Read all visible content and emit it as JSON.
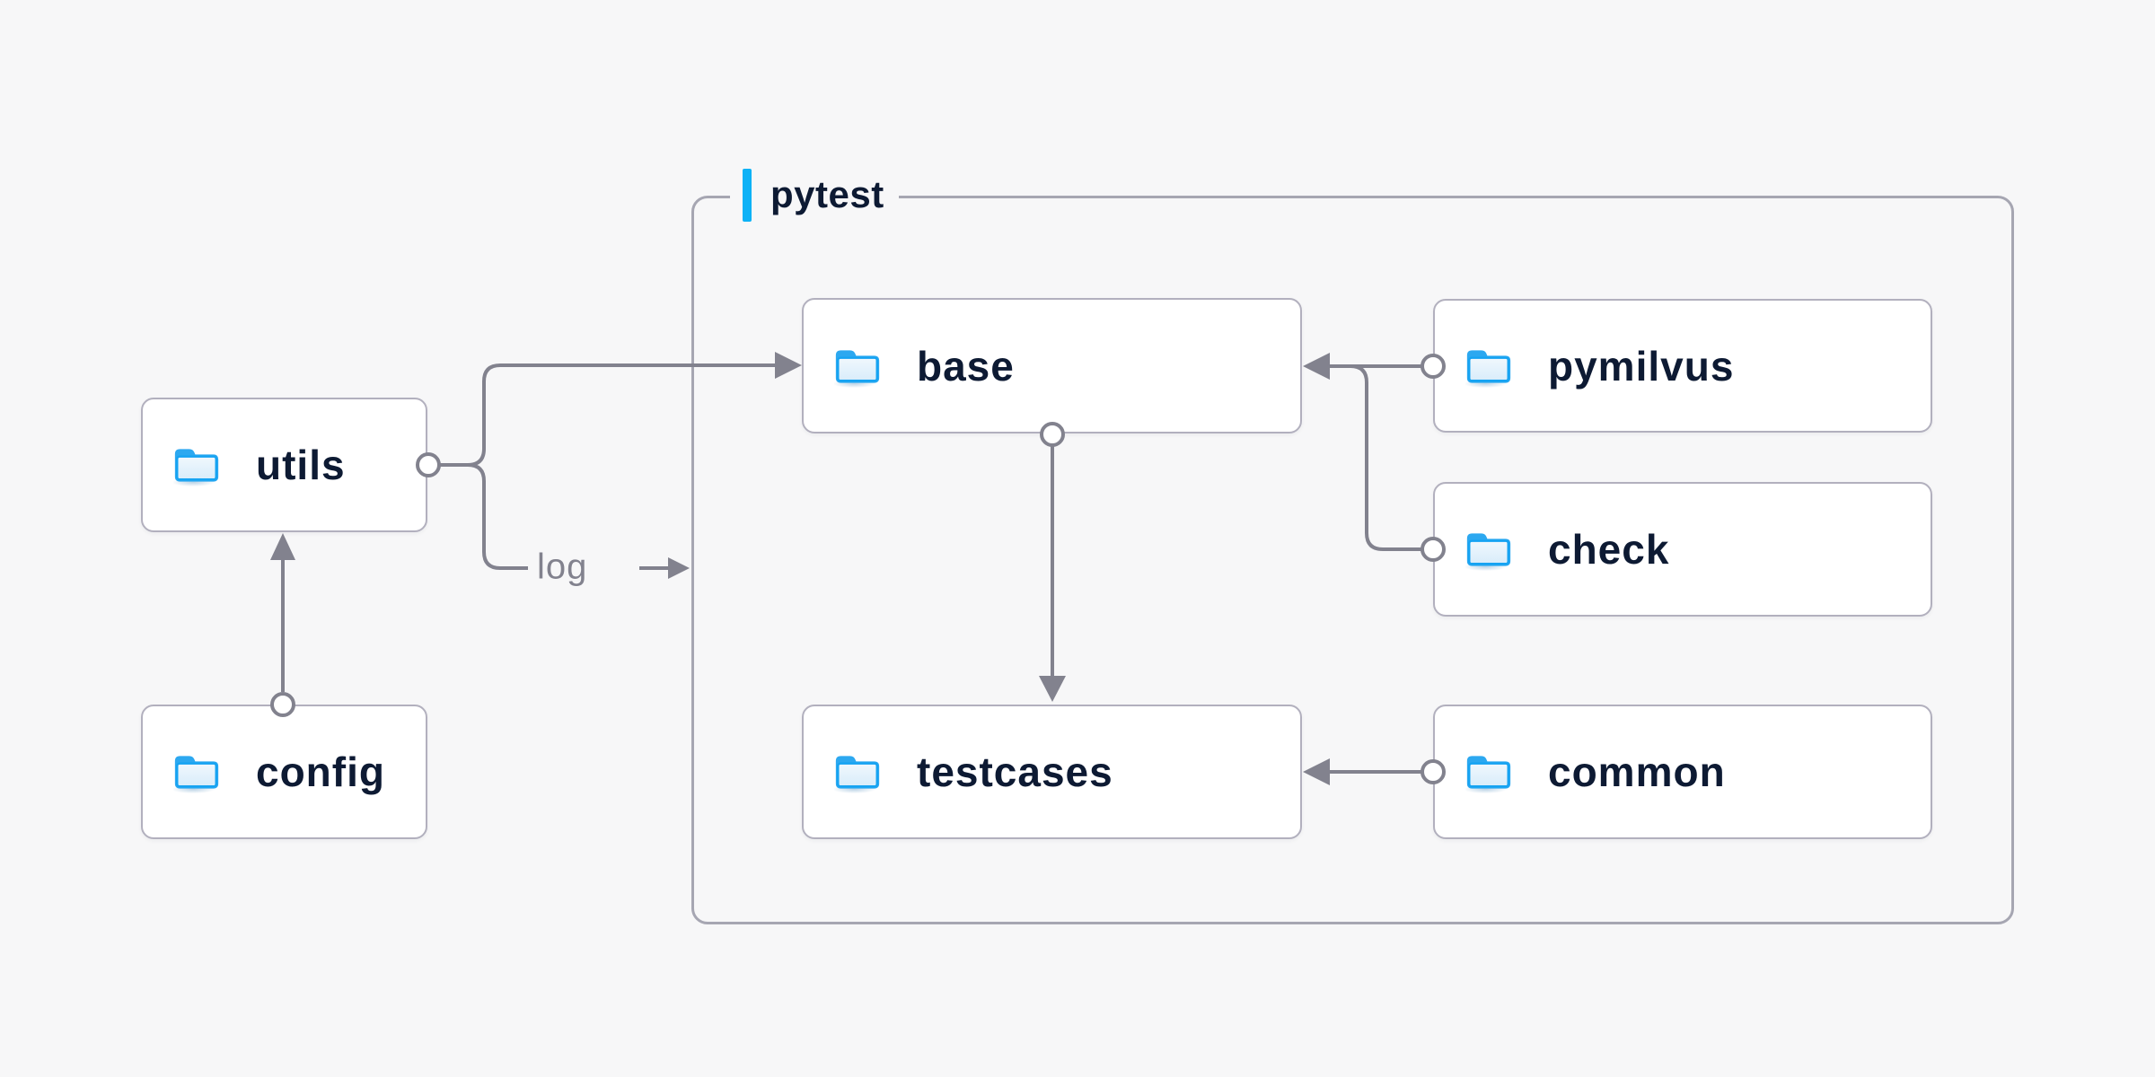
{
  "diagram": {
    "container_label": "pytest",
    "log_edge_label": "log",
    "nodes": [
      {
        "id": "utils",
        "label": "utils",
        "inside_container": false
      },
      {
        "id": "config",
        "label": "config",
        "inside_container": false
      },
      {
        "id": "base",
        "label": "base",
        "inside_container": true
      },
      {
        "id": "testcases",
        "label": "testcases",
        "inside_container": true
      },
      {
        "id": "pymilvus",
        "label": "pymilvus",
        "inside_container": true
      },
      {
        "id": "check",
        "label": "check",
        "inside_container": true
      },
      {
        "id": "common",
        "label": "common",
        "inside_container": true
      }
    ],
    "edges": [
      {
        "from": "config",
        "to": "utils"
      },
      {
        "from": "utils",
        "to": "base"
      },
      {
        "from": "utils",
        "to": "pytest-container",
        "label": "log"
      },
      {
        "from": "pymilvus",
        "to": "base"
      },
      {
        "from": "check",
        "to": "base"
      },
      {
        "from": "base",
        "to": "testcases"
      },
      {
        "from": "common",
        "to": "testcases"
      }
    ],
    "colors": {
      "background": "#f7f7f8",
      "accent_cyan": "#0db2f6",
      "connector_gray": "#82828e",
      "node_border": "#b2b0be",
      "container_border": "#a6a6b2",
      "text_navy": "#0d1a33",
      "folder_blue": "#2ca8f0",
      "folder_face_light": "#e7f3fc"
    }
  }
}
